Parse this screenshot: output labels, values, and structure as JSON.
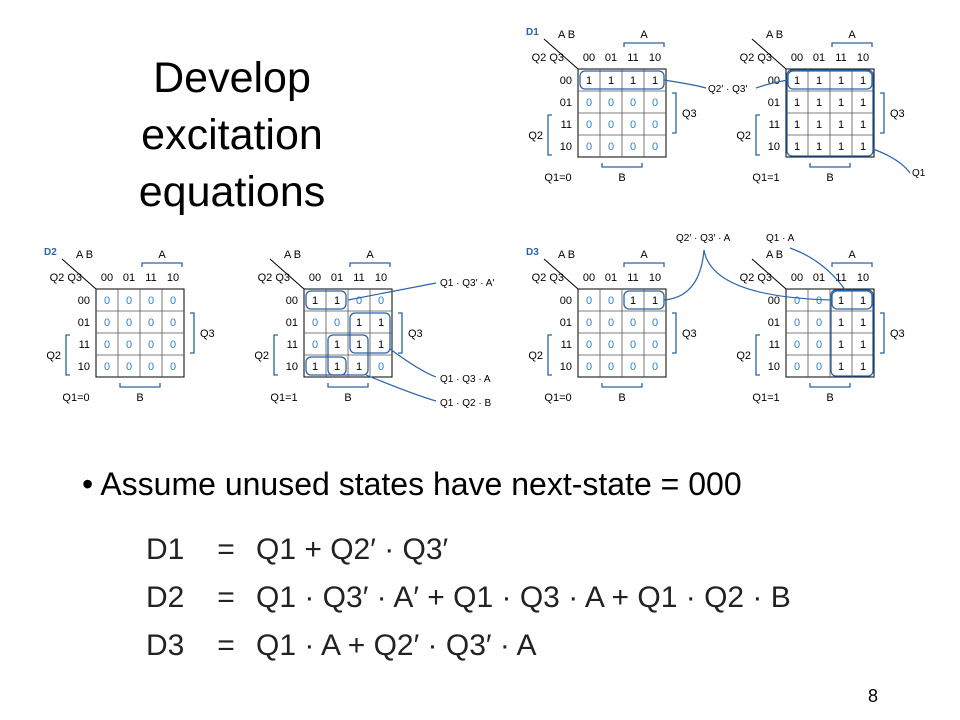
{
  "title_lines": [
    "Develop",
    "excitation",
    "equations"
  ],
  "bullet": "• Assume unused states have next-state = 000",
  "page_number": "8",
  "equations": [
    {
      "lhs": "D1",
      "eq": "=",
      "rhs": "Q1 + Q2′ · Q3′"
    },
    {
      "lhs": "D2",
      "eq": "=",
      "rhs": "Q1 · Q3′ · A′ + Q1 · Q3 · A + Q1 · Q2 · B"
    },
    {
      "lhs": "D3",
      "eq": "=",
      "rhs": "Q1 · A + Q2′ · Q3′ · A"
    }
  ],
  "kmap_labels": {
    "col_headers": [
      "00",
      "01",
      "11",
      "10"
    ],
    "row_headers": [
      "00",
      "01",
      "11",
      "10"
    ],
    "ab": "A B",
    "q2q3": "Q2 Q3",
    "a": "A",
    "b": "B",
    "q3": "Q3",
    "q2": "Q2"
  },
  "kmaps": [
    {
      "id": "D1",
      "func": "D1",
      "sub": "Q1=0",
      "cells": [
        [
          "1",
          "1",
          "1",
          "1"
        ],
        [
          "0",
          "0",
          "0",
          "0"
        ],
        [
          "0",
          "0",
          "0",
          "0"
        ],
        [
          "0",
          "0",
          "0",
          "0"
        ]
      ]
    },
    {
      "id": "D1b",
      "func": "",
      "sub": "Q1=1",
      "cells": [
        [
          "1",
          "1",
          "1",
          "1"
        ],
        [
          "1",
          "1",
          "1",
          "1"
        ],
        [
          "1",
          "1",
          "1",
          "1"
        ],
        [
          "1",
          "1",
          "1",
          "1"
        ]
      ]
    },
    {
      "id": "D2",
      "func": "D2",
      "sub": "Q1=0",
      "cells": [
        [
          "0",
          "0",
          "0",
          "0"
        ],
        [
          "0",
          "0",
          "0",
          "0"
        ],
        [
          "0",
          "0",
          "0",
          "0"
        ],
        [
          "0",
          "0",
          "0",
          "0"
        ]
      ]
    },
    {
      "id": "D2b",
      "func": "",
      "sub": "Q1=1",
      "cells": [
        [
          "1",
          "1",
          "0",
          "0"
        ],
        [
          "0",
          "0",
          "1",
          "1"
        ],
        [
          "0",
          "1",
          "1",
          "1"
        ],
        [
          "1",
          "1",
          "1",
          "0"
        ]
      ]
    },
    {
      "id": "D3",
      "func": "D3",
      "sub": "Q1=0",
      "cells": [
        [
          "0",
          "0",
          "1",
          "1"
        ],
        [
          "0",
          "0",
          "0",
          "0"
        ],
        [
          "0",
          "0",
          "0",
          "0"
        ],
        [
          "0",
          "0",
          "0",
          "0"
        ]
      ]
    },
    {
      "id": "D3b",
      "func": "",
      "sub": "Q1=1",
      "cells": [
        [
          "0",
          "0",
          "1",
          "1"
        ],
        [
          "0",
          "0",
          "1",
          "1"
        ],
        [
          "0",
          "0",
          "1",
          "1"
        ],
        [
          "0",
          "0",
          "1",
          "1"
        ]
      ]
    }
  ],
  "term_labels": {
    "d1_a": "Q2′ · Q3′",
    "d1_b": "Q1",
    "d2_a": "Q1 · Q3′ · A′",
    "d2_b": "Q1 · Q3 · A",
    "d2_c": "Q1 · Q2 · B",
    "d3_a": "Q2′ · Q3′ · A",
    "d3_b": "Q1 · A"
  },
  "colors": {
    "blue": "#2b63a8",
    "cell_blue": "#2f7fc6",
    "text": "#000000"
  }
}
